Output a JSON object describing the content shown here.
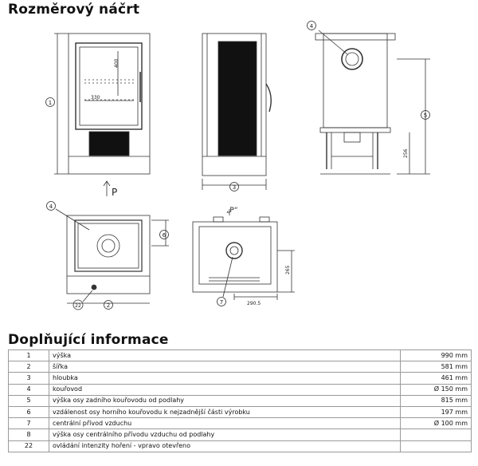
{
  "titles": {
    "sketch": "Rozměrový náčrt",
    "info": "Doplňující informace"
  },
  "drawing_labels": {
    "front_height_marker": "1",
    "inner_height": "400",
    "inner_width": "330",
    "front_arrow": "P",
    "side_depth_marker": "3",
    "back_flue_marker": "4",
    "back_height_marker": "5",
    "back_dim": "256",
    "top_flue_marker": "4",
    "top_depth_marker": "6",
    "top_control_marker": "22",
    "top_width_marker": "2",
    "bottom_arrow": "„P“",
    "bottom_air_marker": "7",
    "bottom_dim_vertical": "265",
    "bottom_dim_horizontal": "290.5"
  },
  "table": {
    "rows": [
      {
        "num": "1",
        "label": "výška",
        "value": "990 mm"
      },
      {
        "num": "2",
        "label": "šířka",
        "value": "581 mm"
      },
      {
        "num": "3",
        "label": "hloubka",
        "value": "461 mm"
      },
      {
        "num": "4",
        "label": "kouřovod",
        "value": "Ø 150 mm"
      },
      {
        "num": "5",
        "label": "výška osy zadního kouřovodu od podlahy",
        "value": "815 mm"
      },
      {
        "num": "6",
        "label": "vzdálenost osy horního kouřovodu k nejzadnější části výrobku",
        "value": "197 mm"
      },
      {
        "num": "7",
        "label": "centrální přívod vzduchu",
        "value": "Ø 100 mm"
      },
      {
        "num": "8",
        "label": "výška osy centrálního přívodu vzduchu od podlahy",
        "value": ""
      },
      {
        "num": "22",
        "label": "ovládání intenzity hoření - vpravo otevřeno",
        "value": ""
      }
    ]
  }
}
